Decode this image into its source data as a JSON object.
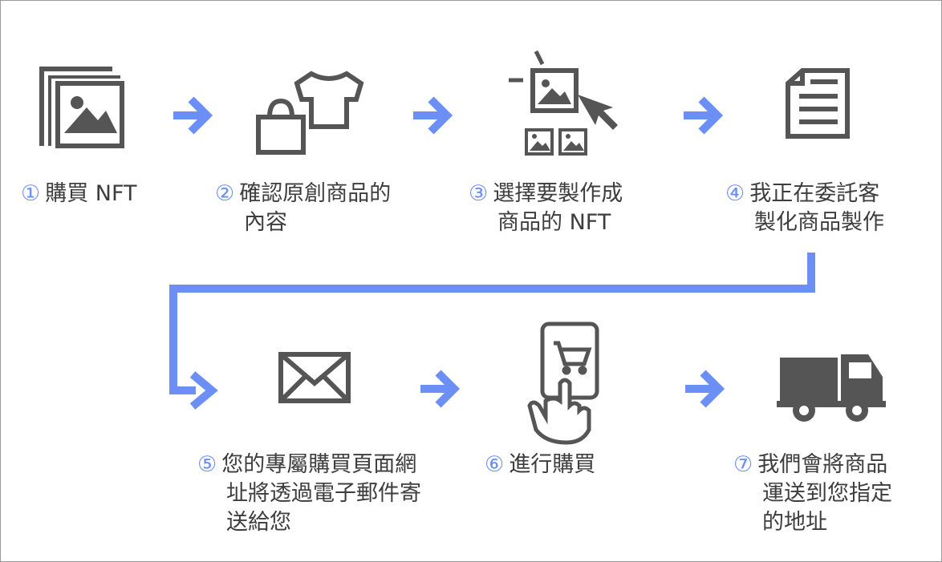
{
  "steps": [
    {
      "num": "①",
      "lines": [
        "購買 NFT"
      ],
      "icon": "nft-images-icon"
    },
    {
      "num": "②",
      "lines": [
        "確認原創商品的",
        "內容"
      ],
      "icon": "shopping-bag-shirt-icon"
    },
    {
      "num": "③",
      "lines": [
        "選擇要製作成",
        "商品的 NFT"
      ],
      "icon": "select-image-cursor-icon"
    },
    {
      "num": "④",
      "lines": [
        "我正在委託客",
        "製化商品製作"
      ],
      "icon": "document-icon"
    },
    {
      "num": "⑤",
      "lines": [
        "您的專屬購買頁面網",
        "址將透過電子郵件寄",
        "送給您"
      ],
      "icon": "envelope-icon"
    },
    {
      "num": "⑥",
      "lines": [
        "進行購買"
      ],
      "icon": "phone-cart-tap-icon"
    },
    {
      "num": "⑦",
      "lines": [
        "我們會將商品",
        "運送到您指定",
        "的地址"
      ],
      "icon": "delivery-truck-icon"
    }
  ],
  "colors": {
    "arrow": "#6b8ff5",
    "icon": "#555555",
    "text": "#3d3d3d"
  }
}
